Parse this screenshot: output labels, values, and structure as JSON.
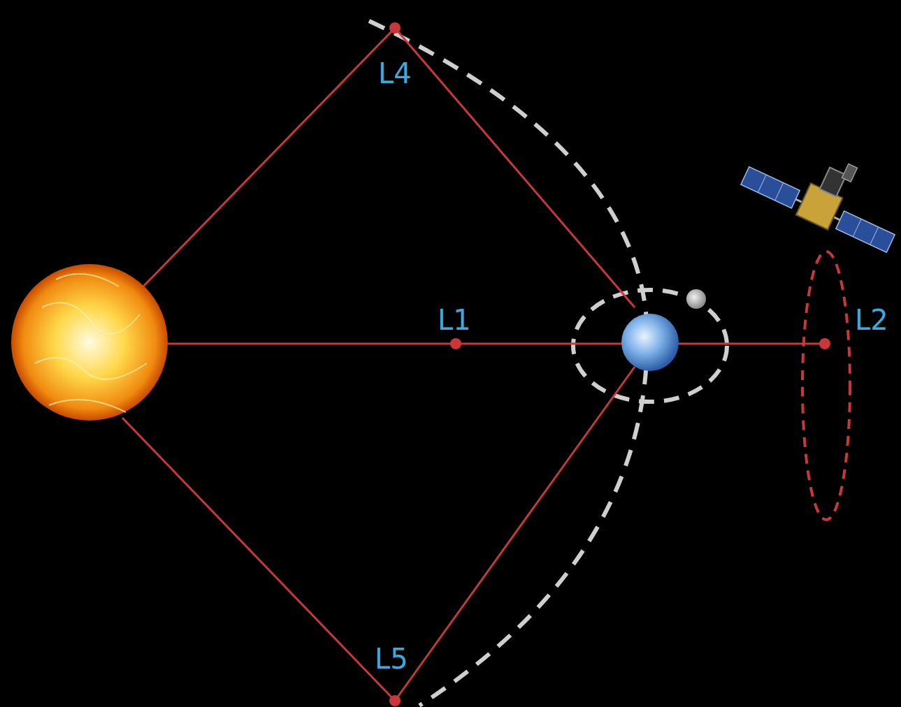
{
  "diagram": {
    "labels": [
      "L4",
      "L1",
      "L2",
      "L5"
    ]
  }
}
